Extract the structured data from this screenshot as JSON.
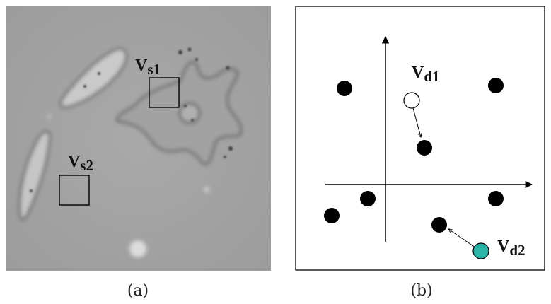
{
  "panel_a": {
    "caption": "(a)",
    "regions": [
      {
        "main": "V",
        "sub": "s1"
      },
      {
        "main": "V",
        "sub": "s2"
      }
    ]
  },
  "panel_b": {
    "caption": "(b)",
    "vectors": [
      {
        "main": "V",
        "sub": "d1",
        "color": "#ffffff"
      },
      {
        "main": "V",
        "sub": "d2",
        "color": "#2bb5a8"
      }
    ],
    "filled_point_color": "#000000"
  }
}
